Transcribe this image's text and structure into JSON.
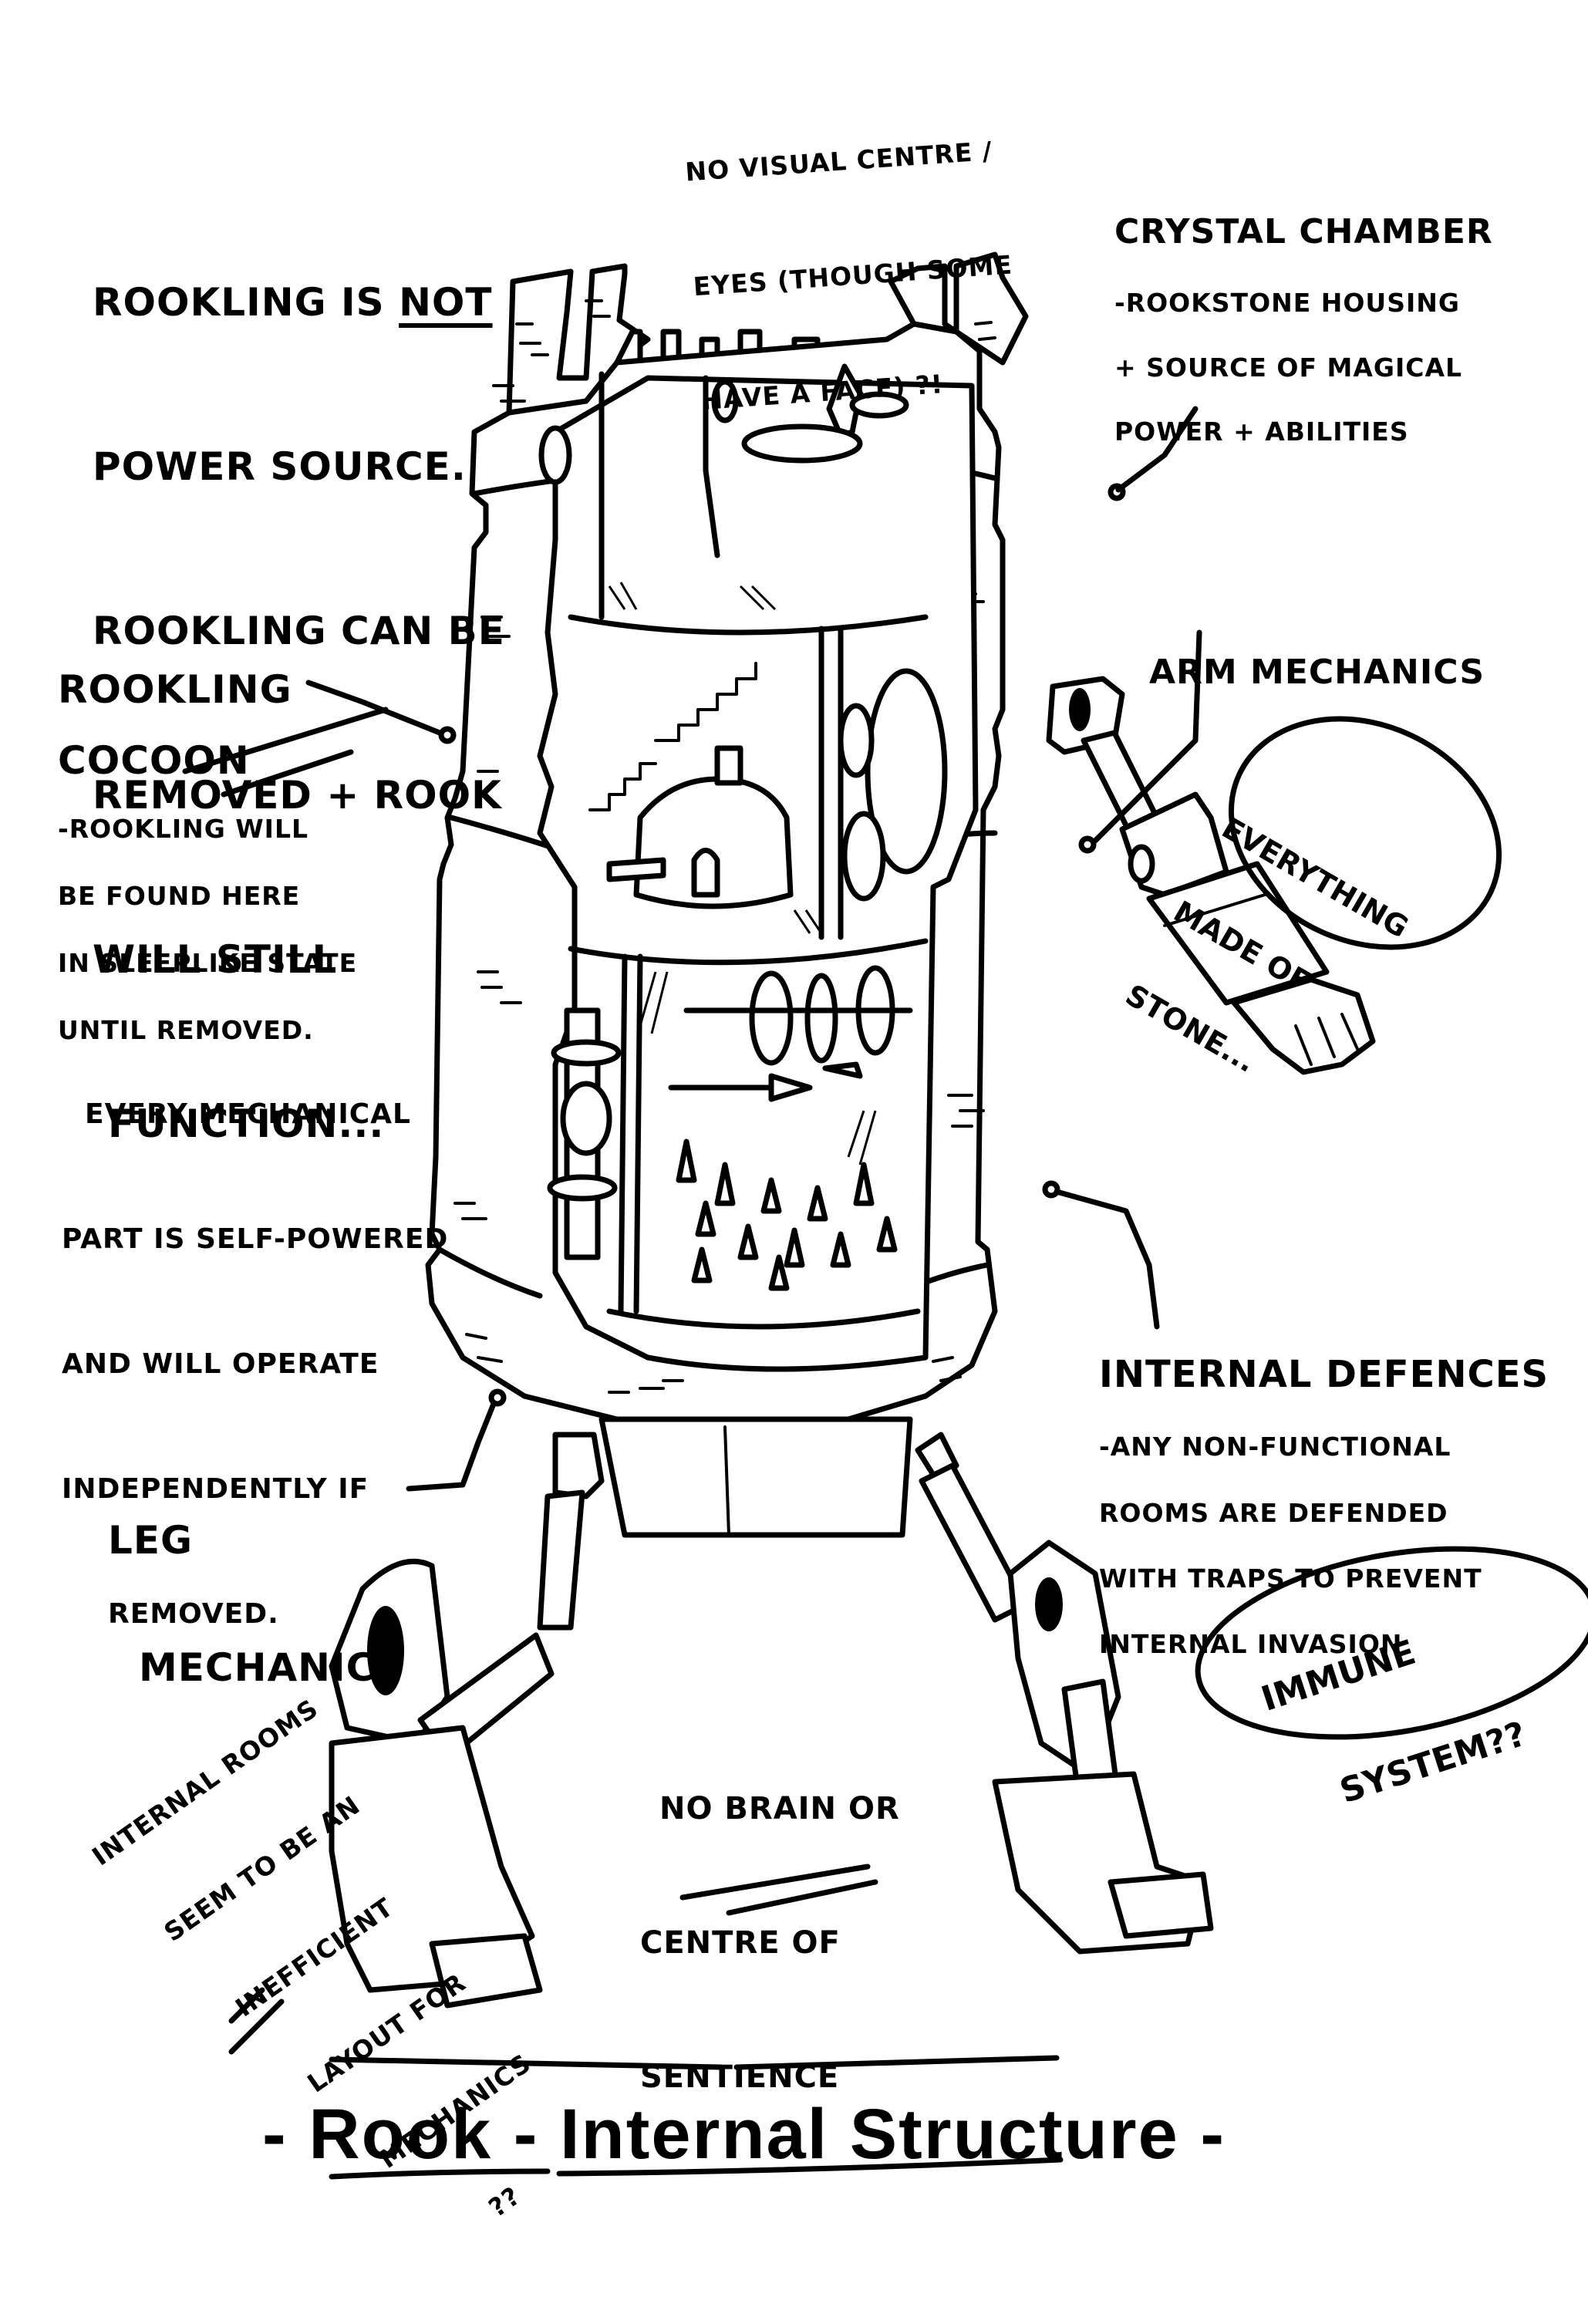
{
  "page": {
    "title": "- Rook - Internal Structure -",
    "ink_color": "#000000",
    "paper_color": "#ffffff"
  },
  "annotations": {
    "rookling_not_power": {
      "lines": [
        "Rookling is",
        "Power source.",
        "Rookling can be",
        "Removed + Rook",
        "will still",
        "function..."
      ],
      "emphasis": "NOT"
    },
    "no_visual_centre": {
      "lines": [
        "No visual centre /",
        "eyes (though some",
        "have a face) ?!"
      ]
    },
    "crystal_chamber": {
      "heading": "Crystal Chamber",
      "lines": [
        "-Rookstone housing",
        "+ source of magical",
        "power + abilities"
      ]
    },
    "arm_mechanics": {
      "heading": "Arm Mechanics"
    },
    "rookling_cocoon": {
      "heading_lines": [
        "Rookling",
        "Cocoon"
      ],
      "lines": [
        "-Rookling will",
        "be found here",
        "in sleeplike state",
        "until removed."
      ]
    },
    "everything_stone": {
      "lines": [
        "Everything",
        "made of",
        "stone..."
      ]
    },
    "self_powered": {
      "lines": [
        "Every mechanical",
        "part is self-powered",
        "and will operate",
        "independently if",
        "removed."
      ]
    },
    "internal_defences": {
      "heading": "Internal Defences",
      "lines": [
        "-Any non-functional",
        "rooms are defended",
        "with traps to prevent",
        "internal invasion"
      ]
    },
    "immune_system": {
      "lines": [
        "Immune",
        "system??"
      ]
    },
    "leg_mechanics": {
      "heading_lines": [
        "Leg",
        "Mechanics"
      ]
    },
    "no_brain": {
      "lines": [
        "No brain or",
        "centre of",
        "sentience"
      ]
    },
    "internal_rooms": {
      "lines": [
        "Internal rooms",
        "seem to be an",
        "inefficient",
        "layout for",
        "mechanics",
        "??"
      ]
    }
  }
}
